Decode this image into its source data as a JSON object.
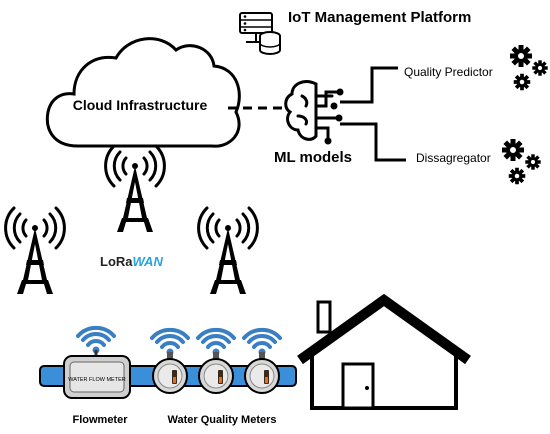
{
  "platform": {
    "title": "IoT Management Platform",
    "icon": "server-database-icon"
  },
  "cloud": {
    "label": "Cloud Infrastructure",
    "icon": "cloud-icon"
  },
  "ml": {
    "label": "ML models",
    "icon": "brain-circuit-icon"
  },
  "models": [
    {
      "label": "Quality Predictor",
      "icon": "gears-icon"
    },
    {
      "label": "Dissagregator",
      "icon": "gears-icon"
    }
  ],
  "network": {
    "protocol_prefix": "LoRa",
    "protocol_suffix": "WAN",
    "protocol_suffix_color": "#29a3d9",
    "tower_icon": "radio-tower-icon"
  },
  "devices": {
    "flowmeter_label": "Flowmeter",
    "flowmeter_face_text": "WATER FLOW METER",
    "quality_meters_label": "Water Quality Meters",
    "signal_color": "#3a7fc4",
    "pipe_color": "#3a8fd8"
  },
  "house": {
    "icon": "house-icon"
  }
}
